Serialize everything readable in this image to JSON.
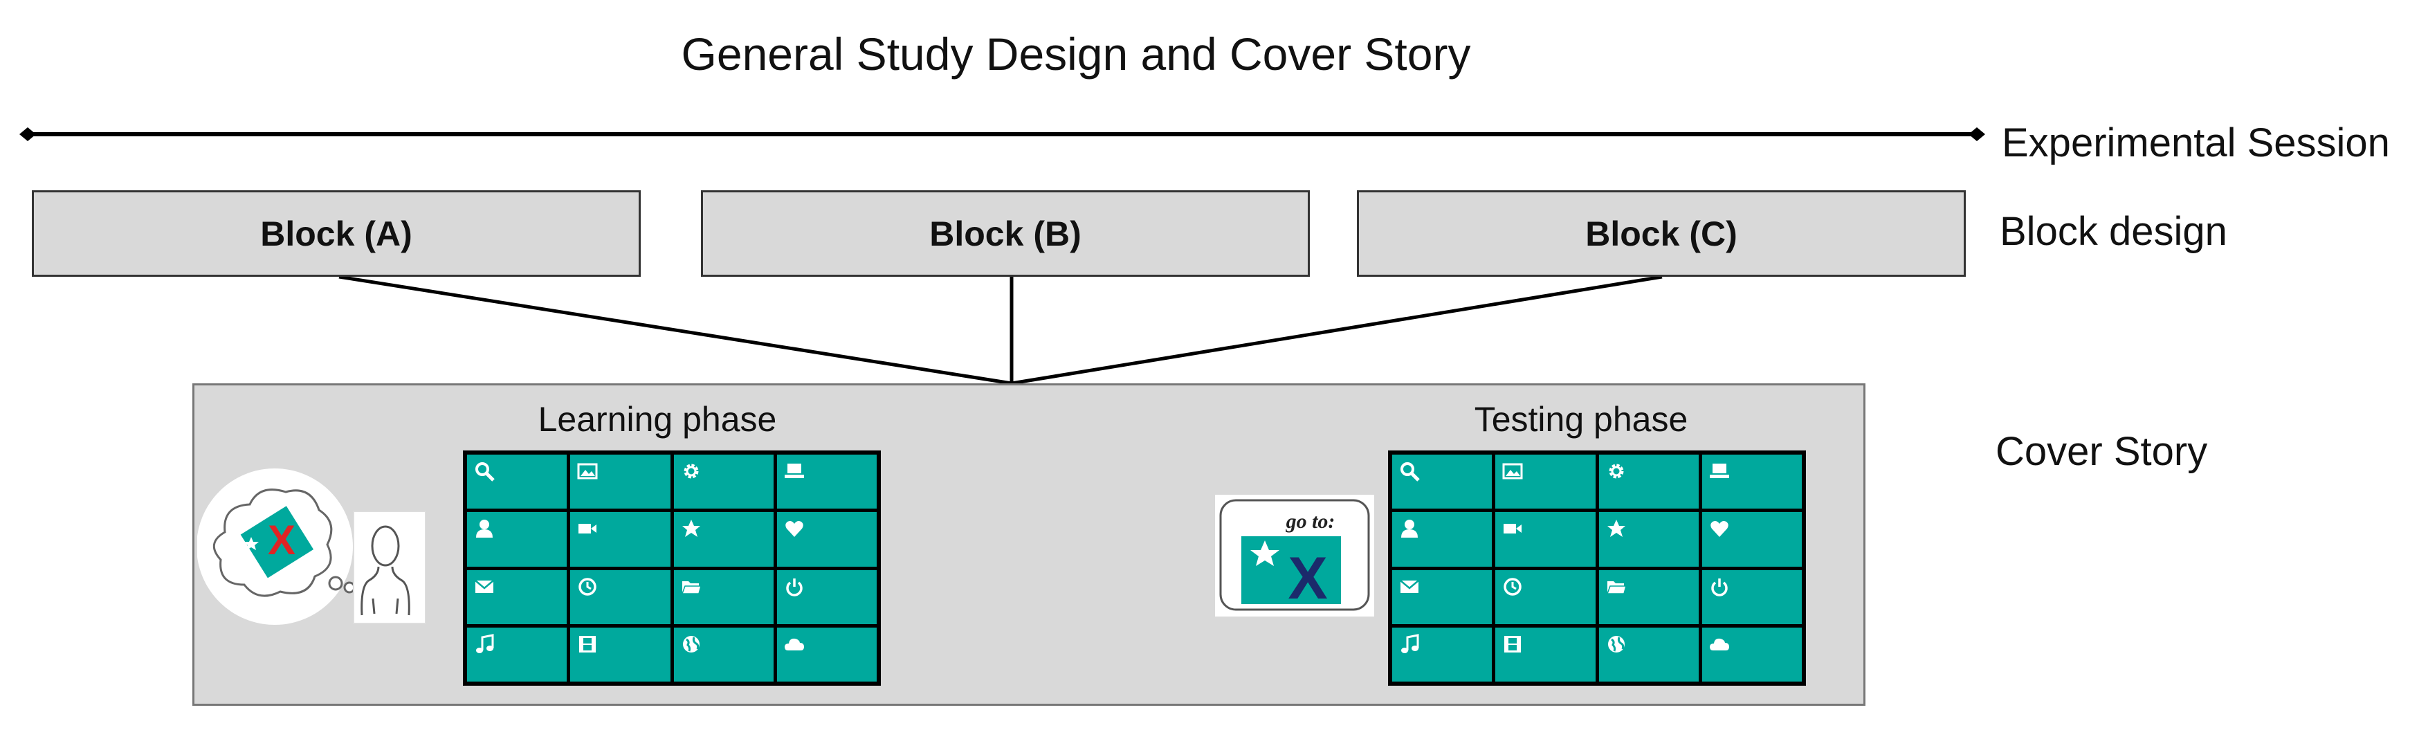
{
  "title": "General Study Design and Cover Story",
  "timeline": {
    "label": "Experimental Session"
  },
  "blocks": {
    "label": "Block design",
    "items": [
      {
        "label": "Block (A)"
      },
      {
        "label": "Block (B)"
      },
      {
        "label": "Block (C)"
      }
    ]
  },
  "cover_story": {
    "label": "Cover Story",
    "learning": {
      "title": "Learning phase"
    },
    "testing": {
      "title": "Testing phase"
    },
    "goto_label": "go to:",
    "goto_symbol": "X",
    "thought_symbol": "X"
  },
  "grid_icons": [
    "search-icon",
    "image-icon",
    "gear-icon",
    "laptop-icon",
    "user-icon",
    "video-camera-icon",
    "star-icon",
    "heart-icon",
    "mail-icon",
    "clock-icon",
    "folder-icon",
    "power-icon",
    "music-note-icon",
    "film-icon",
    "globe-icon",
    "cloud-icon"
  ],
  "colors": {
    "teal": "#00a99d",
    "panel_gray": "#d9d9d9",
    "thought_x": "#e02424",
    "goto_x": "#1b2a6b"
  }
}
